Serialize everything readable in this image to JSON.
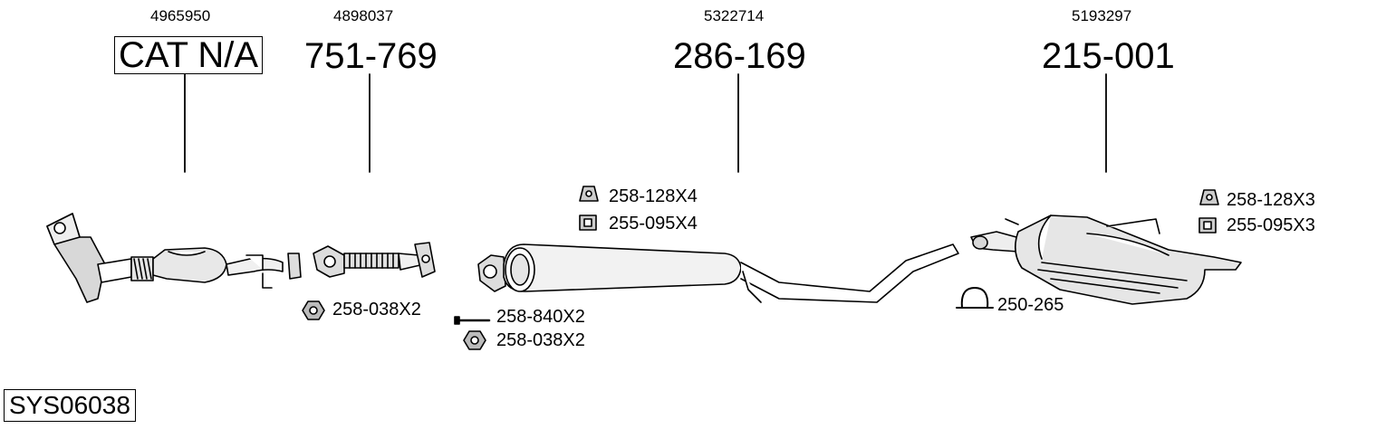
{
  "parts": [
    {
      "oe": "4965950",
      "code": "CAT N/A"
    },
    {
      "oe": "4898037",
      "code": "751-769"
    },
    {
      "oe": "5322714",
      "code": "286-169"
    },
    {
      "oe": "5193297",
      "code": "215-001"
    }
  ],
  "accessories": {
    "nut_1": "258-038X2",
    "bolt": "258-840X2",
    "nut_2": "258-038X2",
    "hanger_1": "258-128X4",
    "mount_1": "255-095X4",
    "hanger_2": "258-128X3",
    "mount_2": "255-095X3",
    "clamp": "250-265"
  },
  "system_id": "SYS06038"
}
